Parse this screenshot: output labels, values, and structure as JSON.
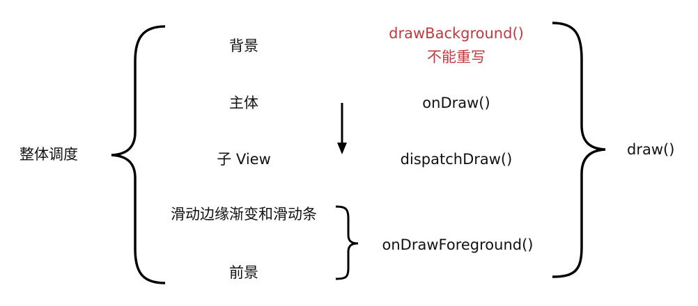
{
  "diagram": {
    "root_label": "整体调度",
    "result_label": "draw()",
    "steps": [
      {
        "stage": "背景",
        "method": "drawBackground()",
        "note": "不能重写"
      },
      {
        "stage": "主体",
        "method": "onDraw()"
      },
      {
        "stage": "子 View",
        "method": "dispatchDraw()"
      },
      {
        "stage": "滑动边缘渐变和滑动条",
        "method": "onDrawForeground()"
      },
      {
        "stage": "前景",
        "method": "onDrawForeground()"
      }
    ],
    "colors": {
      "text": "#111111",
      "highlight": "#c0393f",
      "lines": "#000000"
    },
    "flow_arrow": "down-arrow"
  }
}
